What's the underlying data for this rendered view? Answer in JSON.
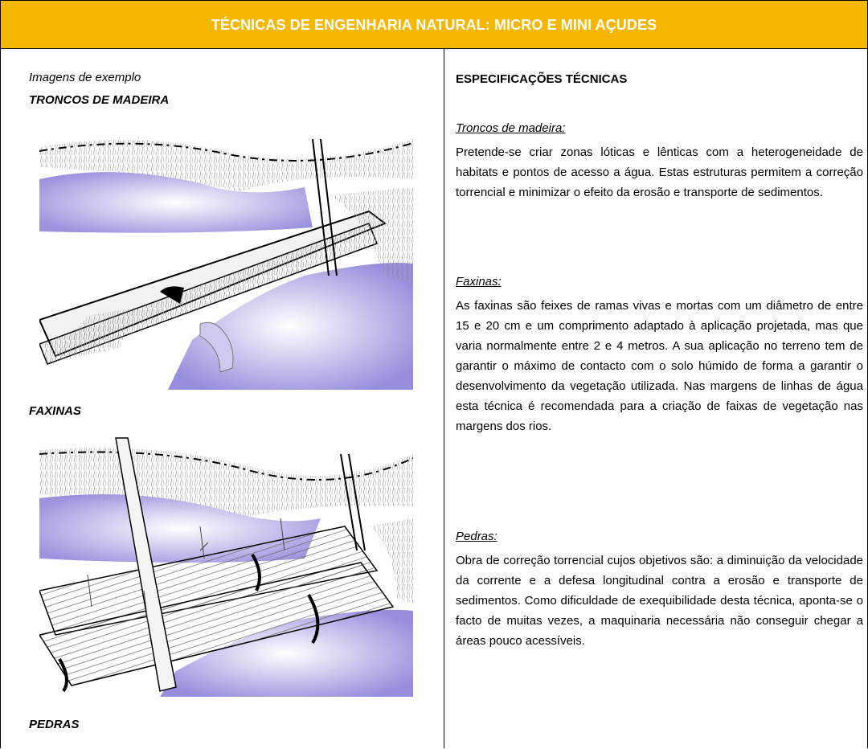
{
  "header": {
    "title": "TÉCNICAS DE ENGENHARIA NATURAL: MICRO E MINI AÇUDES"
  },
  "colors": {
    "banner": "#f5b700",
    "water": "#8a80d8",
    "banner_text": "#ffffff"
  },
  "left": {
    "intro_caption": "Imagens de exemplo",
    "captions": [
      "TRONCOS DE MADEIRA",
      "FAXINAS",
      "PEDRAS"
    ]
  },
  "right": {
    "title": "ESPECIFICAÇÕES TÉCNICAS",
    "sections": [
      {
        "heading": "Troncos de madeira:",
        "body": "Pretende-se criar zonas lóticas e lênticas com a heterogeneidade de habitats e pontos de acesso a água. Estas estruturas permitem a correção torrencial e minimizar o efeito da erosão e transporte de sedimentos."
      },
      {
        "heading": "Faxinas:",
        "body": "As faxinas são feixes de ramas vivas e mortas com um diâmetro de entre 15 e 20 cm e um comprimento adaptado à aplicação projetada, mas que varia normalmente entre 2 e 4 metros. A sua aplicação no terreno tem de garantir o máximo de contacto com o solo húmido de forma a garantir o desenvolvimento da vegetação utilizada. Nas margens de linhas de água esta técnica é recomendada para a criação de faixas de vegetação nas margens dos rios."
      },
      {
        "heading": "Pedras:",
        "body": "Obra de correção torrencial cujos objetivos são: a diminuição da velocidade da corrente e a defesa longitudinal contra a erosão e transporte de sedimentos. Como dificuldade de exequibilidade desta técnica, aponta-se o facto de muitas vezes, a maquinaria necessária não conseguir chegar a áreas pouco acessíveis."
      }
    ]
  }
}
